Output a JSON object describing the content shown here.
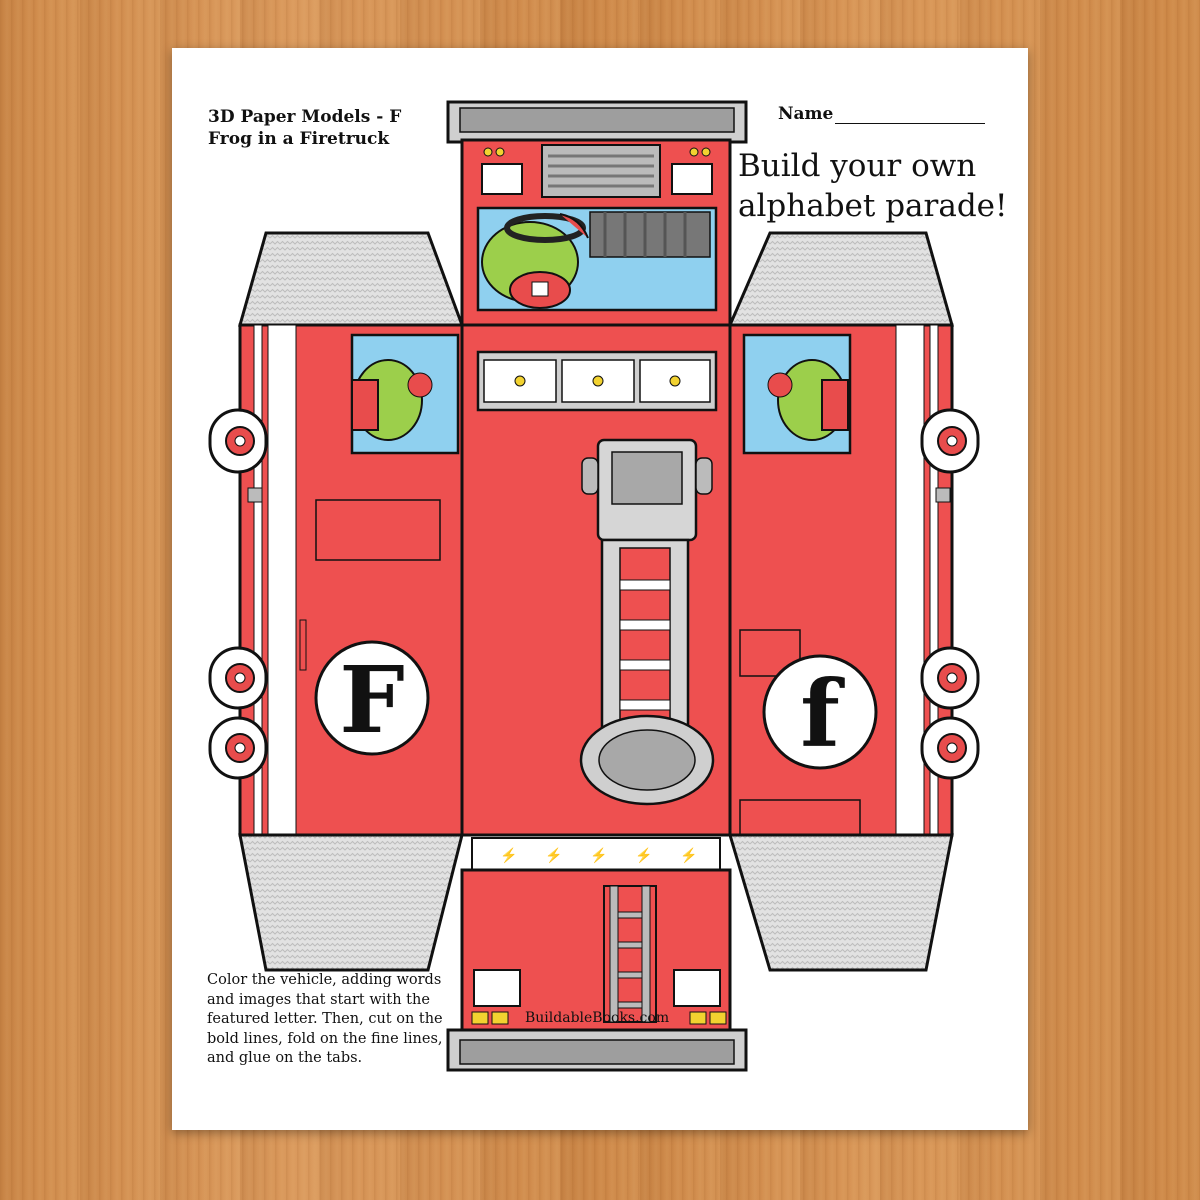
{
  "header": {
    "series": "3D Paper Models - F",
    "subtitle": "Frog in a Firetruck",
    "name_label": "Name"
  },
  "tagline": {
    "line1": "Build your own",
    "line2": "alphabet parade!"
  },
  "instructions": "Color the vehicle, adding words and images that start with the featured letter. Then, cut on the bold lines, fold on the fine lines, and glue on the tabs.",
  "model": {
    "left_letter": "F",
    "right_letter": "f",
    "website": "BuildableBooks.com",
    "colors": {
      "body": "#ee5050",
      "trim": "#d8d8d8",
      "window": "#8fd0ef",
      "frog": "#9ccf4b",
      "outline": "#111111"
    }
  }
}
